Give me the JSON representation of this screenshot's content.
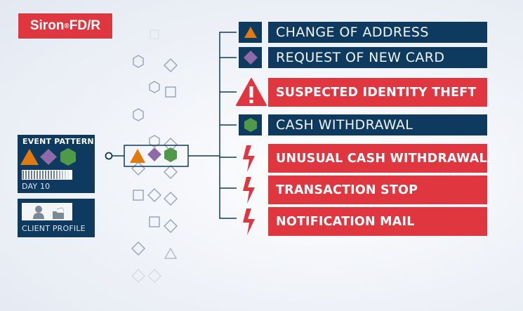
{
  "brand": {
    "name": "Siron",
    "reg": "®",
    "suffix": "FD/R"
  },
  "event_pattern": {
    "title": "EVENT PATTERN",
    "day": "DAY 10",
    "shapes": [
      "triangle",
      "diamond",
      "hexagon"
    ]
  },
  "client_profile": {
    "label": "CLIENT PROFILE",
    "icons": [
      "person-icon",
      "folder-icon"
    ]
  },
  "colors": {
    "navy": "#0e3a5f",
    "red": "#df3640",
    "orange": "#e07a10",
    "purple": "#8e6aa8",
    "green": "#4f9a48"
  },
  "events": [
    {
      "label": "CHANGE OF ADDRESS",
      "type": "event",
      "icon": "triangle-icon"
    },
    {
      "label": "REQUEST OF NEW CARD",
      "type": "event",
      "icon": "diamond-icon"
    },
    {
      "label": "SUSPECTED IDENTITY THEFT",
      "type": "alert",
      "icon": "warning-icon"
    },
    {
      "label": "CASH WITHDRAWAL",
      "type": "event",
      "icon": "hexagon-icon"
    },
    {
      "label": "UNUSUAL CASH WITHDRAWAL",
      "type": "action",
      "icon": "lightning-icon"
    },
    {
      "label": "TRANSACTION STOP",
      "type": "action",
      "icon": "lightning-icon"
    },
    {
      "label": "NOTIFICATION MAIL",
      "type": "action",
      "icon": "lightning-icon"
    }
  ]
}
